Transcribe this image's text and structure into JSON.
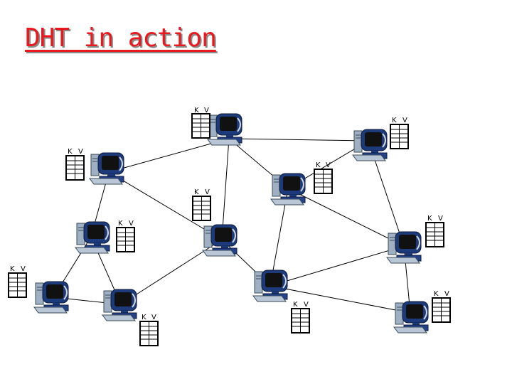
{
  "title": "DHT in action",
  "kv_label": {
    "k": "K",
    "v": "V"
  },
  "colors": {
    "title": "#e8191f",
    "link": "#000000",
    "monitor": "#1d3a7a",
    "screen": "#111111",
    "tower": "#9fb0c2"
  }
}
